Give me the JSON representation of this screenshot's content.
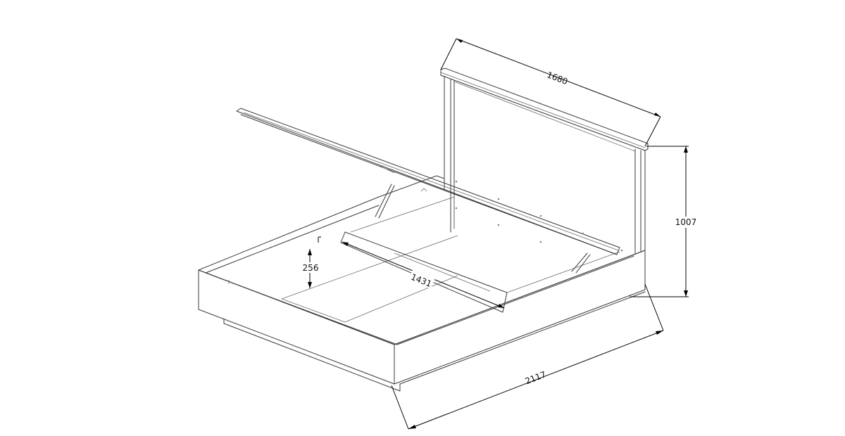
{
  "dimensions": {
    "headboard_width": "1680",
    "headboard_height": "1007",
    "inner_width": "1431",
    "storage_depth": "256",
    "overall_length": "2117"
  }
}
